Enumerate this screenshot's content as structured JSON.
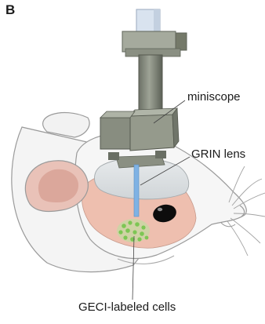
{
  "figure": {
    "panel_letter": "B",
    "labels": {
      "miniscope": "miniscope",
      "grin_lens": "GRIN lens",
      "geci_cells": "GECI-labeled cells"
    }
  },
  "colors": {
    "mouse_body": "#f4f4f4",
    "outline": "#9a9a9a",
    "ear_pink": "#e6b8ad",
    "skin_pink": "#eebfaf",
    "cranial_window": "#dfe3e5",
    "scope_body": "#8a8f82",
    "scope_dark": "#5f6459",
    "scope_light": "#b2b7aa",
    "lens_blue": "#7fb2e4",
    "cells_green": "#8fd06a",
    "eye": "#0d0d0d",
    "label_text": "#1a1a1a"
  }
}
